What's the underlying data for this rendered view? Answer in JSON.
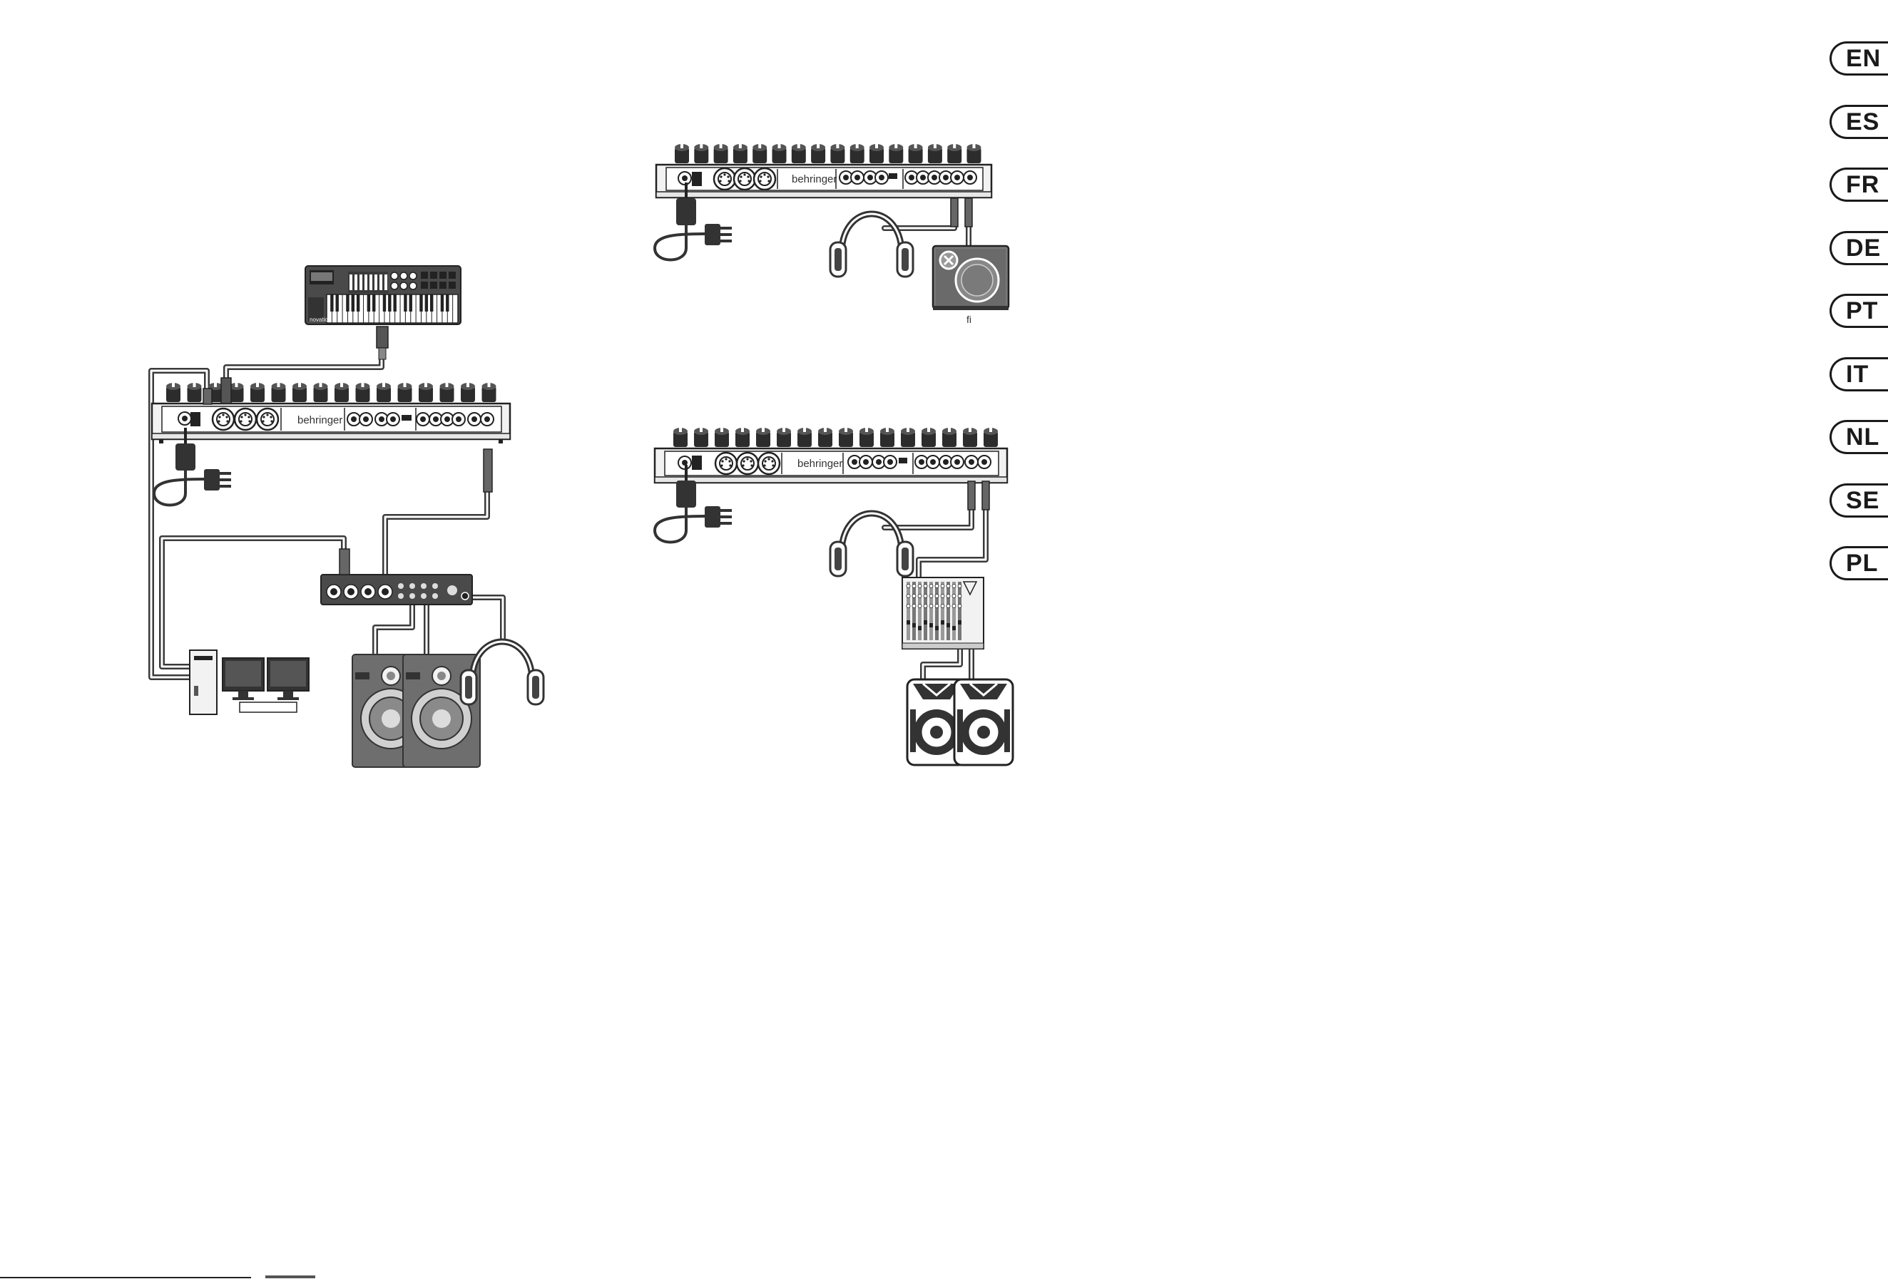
{
  "diagrams": {
    "main_setup": {
      "synth_brand": "behringer",
      "controller_brand": "novation"
    },
    "top_right_setup": {
      "synth_brand": "behringer",
      "amp_caption": "fi"
    },
    "bottom_right_setup": {
      "synth_brand": "behringer"
    }
  },
  "language_tabs": [
    {
      "code": "EN"
    },
    {
      "code": "ES"
    },
    {
      "code": "FR"
    },
    {
      "code": "DE"
    },
    {
      "code": "PT"
    },
    {
      "code": "IT"
    },
    {
      "code": "NL"
    },
    {
      "code": "SE"
    },
    {
      "code": "PL"
    }
  ],
  "colors": {
    "line": "#2b2b2b",
    "device_fill": "#f2f2f2",
    "dark_panel": "#4a4a4a",
    "speaker_fill": "#6e6e6e"
  }
}
